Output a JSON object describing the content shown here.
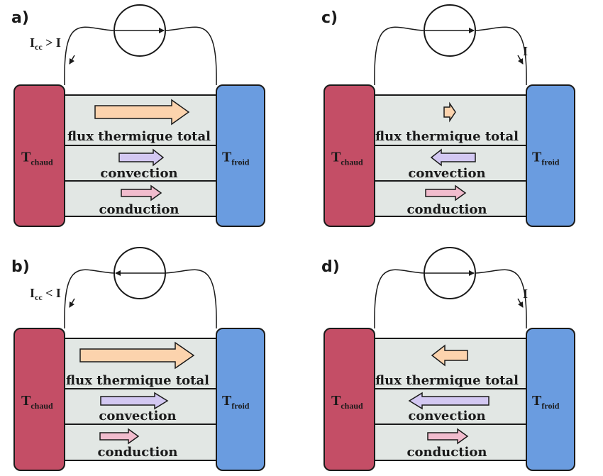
{
  "colors": {
    "hot": "#c44e66",
    "cold": "#6a9ce0",
    "channel": "#e2e7e4",
    "flux_arrow": "#fcd3ad",
    "convection_arrow": "#d3c8f2",
    "conduction_arrow": "#f1bccd",
    "stroke": "#1a1a1a"
  },
  "labels": {
    "hot_main": "T",
    "hot_sub": "chaud",
    "cold_main": "T",
    "cold_sub": "froid",
    "flux": "flux thermique total",
    "convection": "convection",
    "conduction": "conduction"
  },
  "panels": [
    {
      "letter": "a)",
      "current_main": "I",
      "current_sub": "cc",
      "current_rest": " > I",
      "arrows": {
        "flux": "right",
        "convection": "right",
        "conduction": "right"
      }
    },
    {
      "letter": "b)",
      "current_main": "I",
      "current_sub": "cc",
      "current_rest": " < I",
      "arrows": {
        "flux": "right",
        "convection": "right",
        "conduction": "right"
      }
    },
    {
      "letter": "c)",
      "current_main": "I",
      "current_sub": "",
      "current_rest": "",
      "arrows": {
        "flux": "right",
        "convection": "left",
        "conduction": "right"
      }
    },
    {
      "letter": "d)",
      "current_main": "I",
      "current_sub": "",
      "current_rest": "",
      "arrows": {
        "flux": "left",
        "convection": "left",
        "conduction": "right"
      }
    }
  ]
}
